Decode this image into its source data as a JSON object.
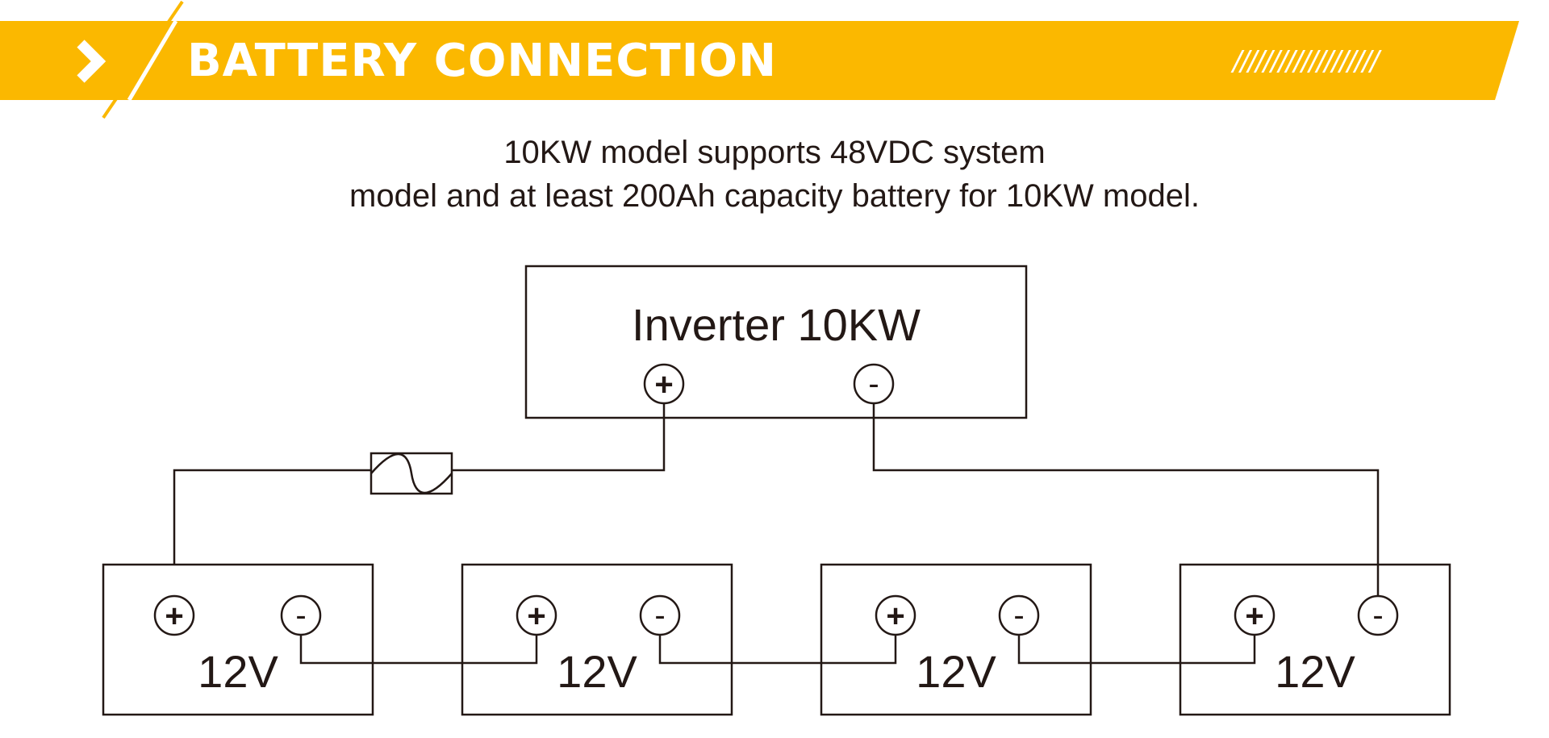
{
  "header": {
    "title": "BATTERY CONNECTION",
    "decoration": "///////////////////",
    "accent_color": "#FBB800",
    "chevron_icon": "chevron-right-icon"
  },
  "description": {
    "line1": "10KW model supports 48VDC system",
    "line2": "model and at least 200Ah capacity battery for 10KW model."
  },
  "diagram": {
    "inverter": {
      "label": "Inverter 10KW",
      "positive": "+",
      "negative": "-"
    },
    "fuse_icon": "fuse-icon",
    "batteries": [
      {
        "label": "12V",
        "positive": "+",
        "negative": "-"
      },
      {
        "label": "12V",
        "positive": "+",
        "negative": "-"
      },
      {
        "label": "12V",
        "positive": "+",
        "negative": "-"
      },
      {
        "label": "12V",
        "positive": "+",
        "negative": "-"
      }
    ]
  }
}
